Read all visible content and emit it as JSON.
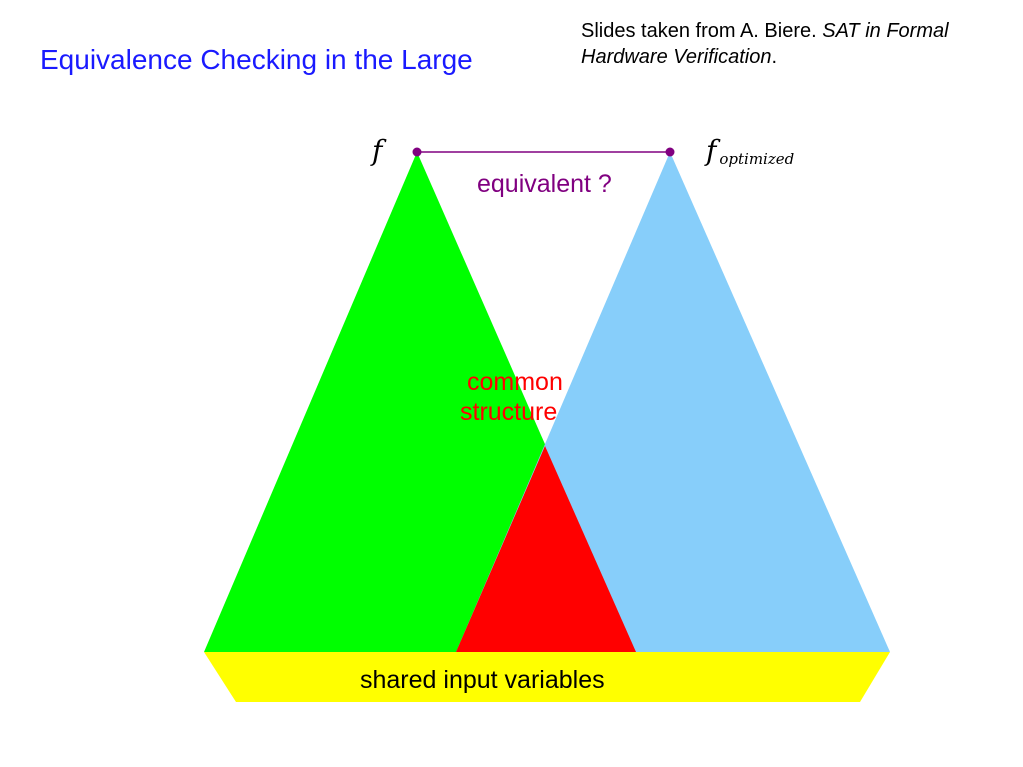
{
  "slide": {
    "title": "Equivalence Checking in the Large",
    "citation": {
      "prefix": "Slides taken from A. Biere. ",
      "book_title": "SAT in Formal Hardware Verification",
      "suffix": "."
    }
  },
  "diagram": {
    "left_function": {
      "symbol": "f",
      "subscript": ""
    },
    "right_function": {
      "symbol": "f",
      "subscript": "optimized"
    },
    "connection_label": "equivalent ?",
    "overlap_label_line1": "common",
    "overlap_label_line2": "structure",
    "base_label": "shared input variables"
  },
  "colors": {
    "title": "#1a1aff",
    "left_cone": "#00ff00",
    "right_cone": "#87cefa",
    "overlap": "#ff0000",
    "base": "#ffff00",
    "connector": "#800080",
    "equivalent_text": "#800080",
    "overlap_text": "#ff0000"
  }
}
